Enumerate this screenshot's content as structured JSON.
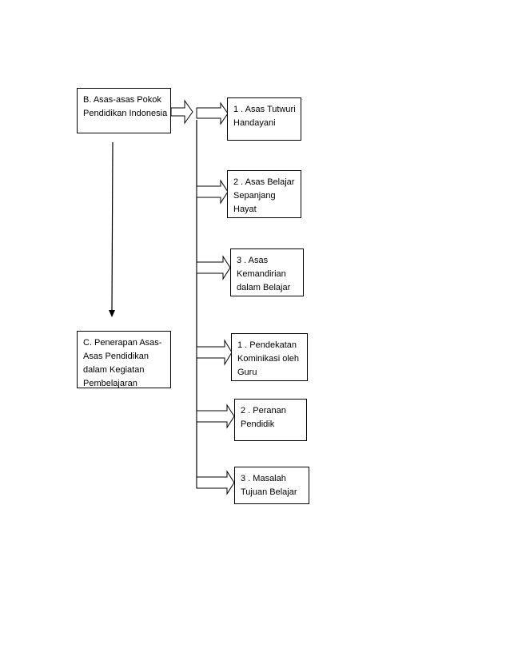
{
  "diagram": {
    "box_b": [
      "B. Asas-asas Pokok",
      "Pendidikan Indonesia"
    ],
    "box_c": [
      "C. Penerapan Asas-",
      "Asas Pendidikan",
      "dalam Kegiatan",
      "Pembelajaran"
    ],
    "items": [
      {
        "lines": [
          "1 . Asas Tutwuri",
          "Handayani"
        ]
      },
      {
        "lines": [
          "2 . Asas Belajar",
          "Sepanjang",
          "Hayat"
        ]
      },
      {
        "lines": [
          "3 . Asas",
          "Kemandirian",
          "dalam Belajar"
        ]
      },
      {
        "lines": [
          "1 . Pendekatan",
          "Kominikasi oleh",
          "Guru"
        ]
      },
      {
        "lines": [
          "2 . Peranan",
          "Pendidik"
        ]
      },
      {
        "lines": [
          "3 . Masalah",
          "Tujuan Belajar"
        ]
      }
    ]
  }
}
